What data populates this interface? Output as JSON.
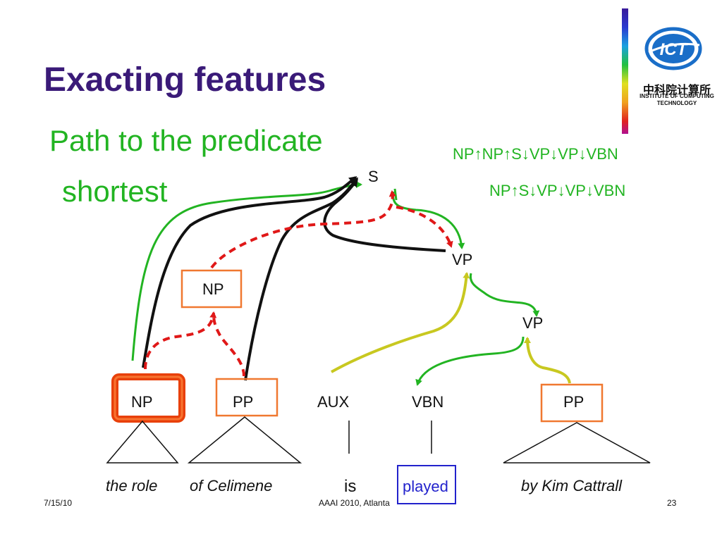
{
  "slide": {
    "title": "Exacting features",
    "subtitle_line1": "Path to the predicate",
    "subtitle_line2": "shortest"
  },
  "paths": {
    "long": [
      "NP",
      "↑",
      "NP",
      "↑",
      "S",
      "↓",
      "VP",
      "↓",
      "VP",
      "↓",
      "VBN"
    ],
    "short": [
      "NP",
      "↑",
      "S",
      "↓",
      "VP",
      "↓",
      "VP",
      "↓",
      "VBN"
    ]
  },
  "tree": {
    "s": "S",
    "vp1": "VP",
    "vp2": "VP",
    "np_mid": "NP",
    "np": "NP",
    "pp1": "PP",
    "aux": "AUX",
    "vbn": "VBN",
    "pp2": "PP"
  },
  "words": {
    "w1": "the role",
    "w2": "of Celimene",
    "w3": "is",
    "w4": "played",
    "w5": "by Kim Cattrall"
  },
  "logo": {
    "icon": "ict-logo-icon",
    "text_cn": "中科院计算所",
    "text_en1": "INSTITUTE OF COMPUTING",
    "text_en2": "TECHNOLOGY",
    "mark": "ICT"
  },
  "footer": {
    "date": "7/15/10",
    "venue": "AAAI 2010, Atlanta",
    "page": "23"
  },
  "colors": {
    "title": "#3a1a78",
    "green": "#22b422",
    "black": "#111111",
    "red_dashed": "#e01818",
    "yellow_green": "#c8c820",
    "orange_box": "#f07830",
    "highlight": "#e8400a",
    "played_box": "#2222cc"
  }
}
